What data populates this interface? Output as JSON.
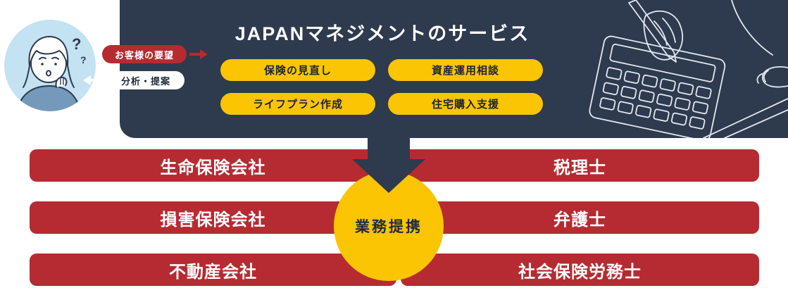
{
  "colors": {
    "navy": "#2e3a4e",
    "red": "#b62b31",
    "yellow": "#fbc503",
    "light_blue": "#c3e2f2",
    "white": "#ffffff"
  },
  "service_panel": {
    "title": "JAPANマネジメントのサービス",
    "services": [
      "保険の見直し",
      "資産運用相談",
      "ライフプラン作成",
      "住宅購入支援"
    ]
  },
  "client_flow": {
    "request_label": "お客様の要望",
    "analysis_label": "分析・提案"
  },
  "partnership": {
    "hub_label": "業務提携",
    "left_partners": [
      "生命保険会社",
      "損害保険会社",
      "不動産会社"
    ],
    "right_partners": [
      "税理士",
      "弁護士",
      "社会保険労務士"
    ]
  },
  "icons": {
    "client_illustration": "thinking-person-icon",
    "work_illustration": "calculator-hands-icon",
    "request_arrow": "arrow-right-icon",
    "analysis_arrow": "arrow-left-icon",
    "flow_arrow": "arrow-down-icon"
  }
}
